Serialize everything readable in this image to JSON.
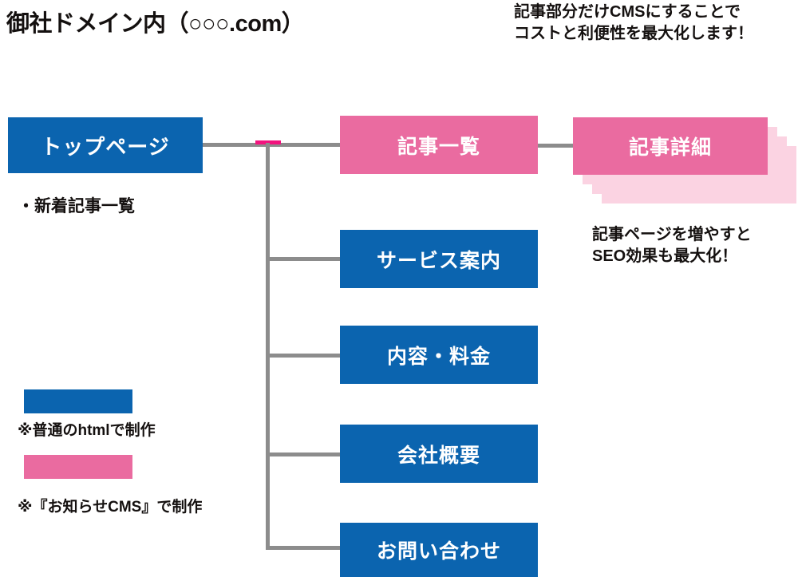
{
  "title": "御社ドメイン内（○○○.com）",
  "annotations": {
    "top_right_line1": "記事部分だけCMSにすることで",
    "top_right_line2": "コストと利便性を最大化します！",
    "seo_line1": "記事ページを増やすと",
    "seo_line2": "SEO効果も最大化！"
  },
  "nodes": {
    "top_page": "トップページ",
    "top_page_note": "・新着記事一覧",
    "article_list": "記事一覧",
    "article_detail": "記事詳細",
    "service": "サービス案内",
    "pricing": "内容・料金",
    "company": "会社概要",
    "contact": "お問い合わせ"
  },
  "legend": {
    "html_label": "※普通のhtmlで制作",
    "cms_label": "※『お知らせCMS』で制作"
  },
  "colors": {
    "blue": "#0b64af",
    "pink": "#ea6ba0",
    "pink_light": "#fbd3e2",
    "magenta_accent": "#f2137e",
    "connector_gray": "#8c8c8c",
    "text": "#14100f"
  }
}
